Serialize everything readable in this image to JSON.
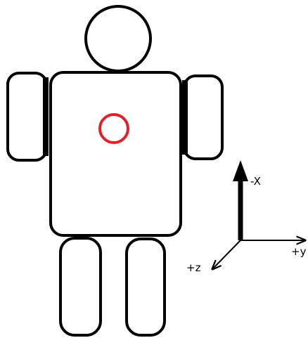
{
  "colors": {
    "outline": "#000000",
    "marker": "#e0202a",
    "background": "#ffffff"
  },
  "axes": {
    "x_label": "-X",
    "y_label": "+y",
    "z_label": "+z"
  }
}
